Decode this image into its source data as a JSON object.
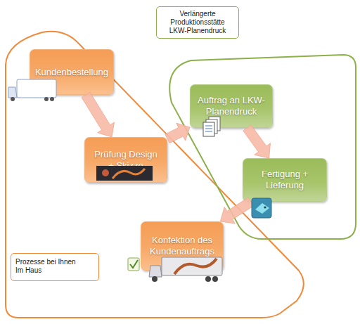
{
  "diagram": {
    "nodes": [
      {
        "text": [
          "Prozesse bei Ihnen Im Haus"
        ]
      },
      {
        "text": [
          "Kundenbestellung"
        ],
        "in": 0
      },
      {
        "text": [
          "Prüfung Design + Skizze"
        ],
        "in": 0
      },
      {
        "text": [
          "Konfektion des Kundenauftrags"
        ],
        "in": 0
      },
      {
        "text": [
          "Verlängerte Produktionsstätte LKW-Planendruck"
        ]
      },
      {
        "text": [
          "Auftrag an LKW-Planendruck"
        ],
        "in": 4
      },
      {
        "text": [
          "Fertigung + Lieferung"
        ],
        "in": 4
      }
    ],
    "edges": [
      {
        "from": 1,
        "to": 2,
        "arrow": "to"
      },
      {
        "from": 2,
        "to": 5,
        "arrow": "to"
      },
      {
        "from": 5,
        "to": 6,
        "arrow": "to"
      },
      {
        "from": 6,
        "to": 3,
        "arrow": "to"
      }
    ]
  }
}
